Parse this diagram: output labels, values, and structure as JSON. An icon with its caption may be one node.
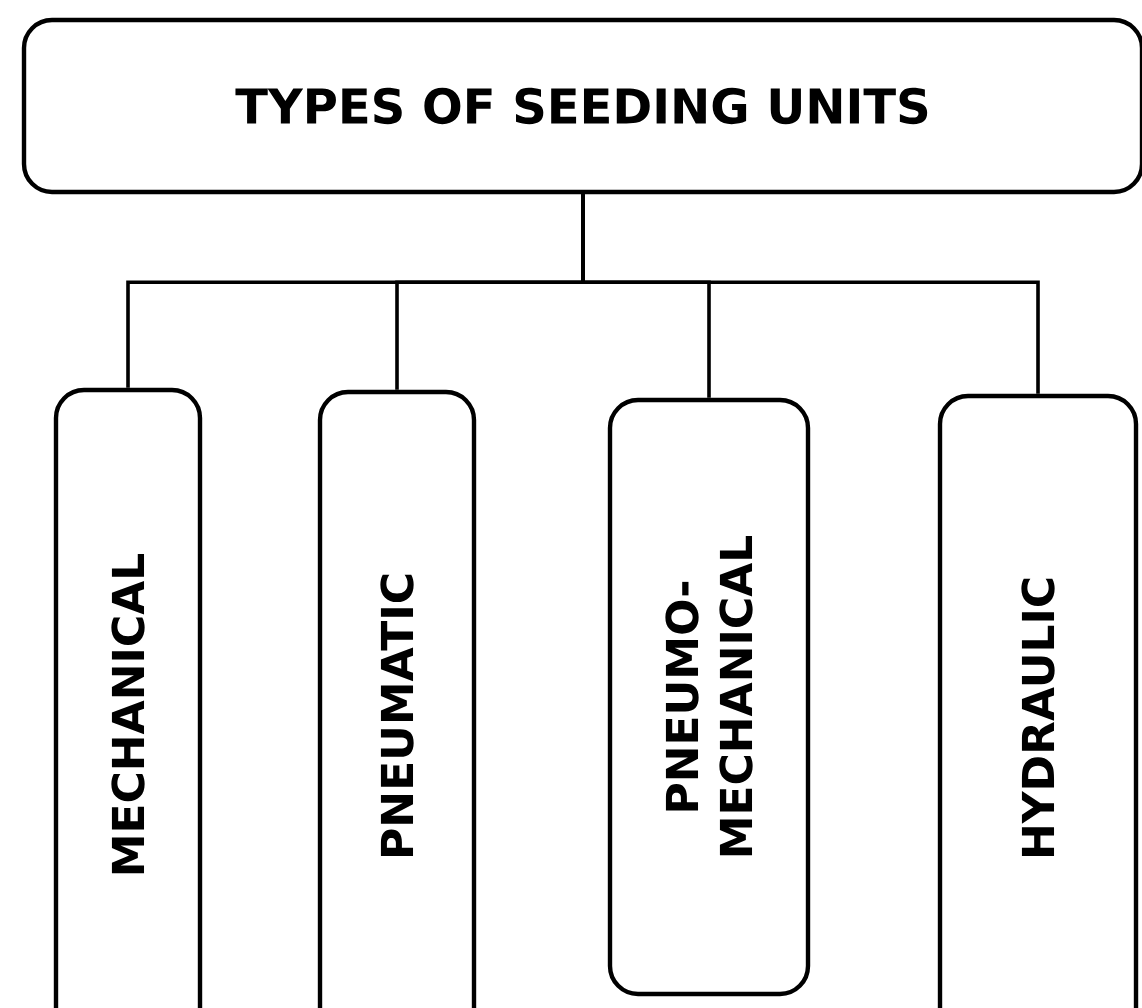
{
  "diagram": {
    "nodes": [
      {
        "text": [
          "TYPES OF SEEDING UNITS"
        ]
      },
      {
        "text": [
          "MECHANICAL"
        ]
      },
      {
        "text": [
          "PNEUMATIC"
        ]
      },
      {
        "text": [
          "PNEUMO- MECHANICAL"
        ]
      },
      {
        "text": [
          "HYDRAULIC"
        ]
      }
    ],
    "edges": [
      {
        "from": 0,
        "to": 1,
        "arrow": "none"
      },
      {
        "from": 0,
        "to": 2,
        "arrow": "none"
      },
      {
        "from": 0,
        "to": 3,
        "arrow": "none"
      },
      {
        "from": 0,
        "to": 4,
        "arrow": "none"
      }
    ]
  }
}
